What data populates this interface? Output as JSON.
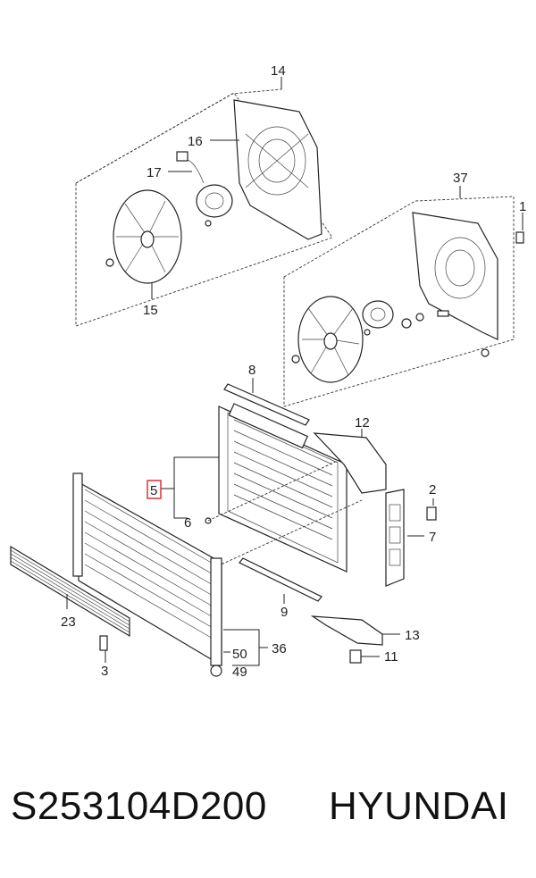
{
  "callouts": {
    "c1": "1",
    "c2": "2",
    "c3": "3",
    "c5": "5",
    "c6": "6",
    "c7": "7",
    "c8": "8",
    "c9": "9",
    "c11": "11",
    "c12": "12",
    "c13": "13",
    "c14": "14",
    "c15": "15",
    "c16": "16",
    "c17": "17",
    "c23": "23",
    "c36": "36",
    "c37": "37",
    "c49": "49",
    "c50": "50"
  },
  "highlight_color": "#d9262c",
  "footer": {
    "part_number": "S253104D200",
    "brand": "HYUNDAI"
  }
}
